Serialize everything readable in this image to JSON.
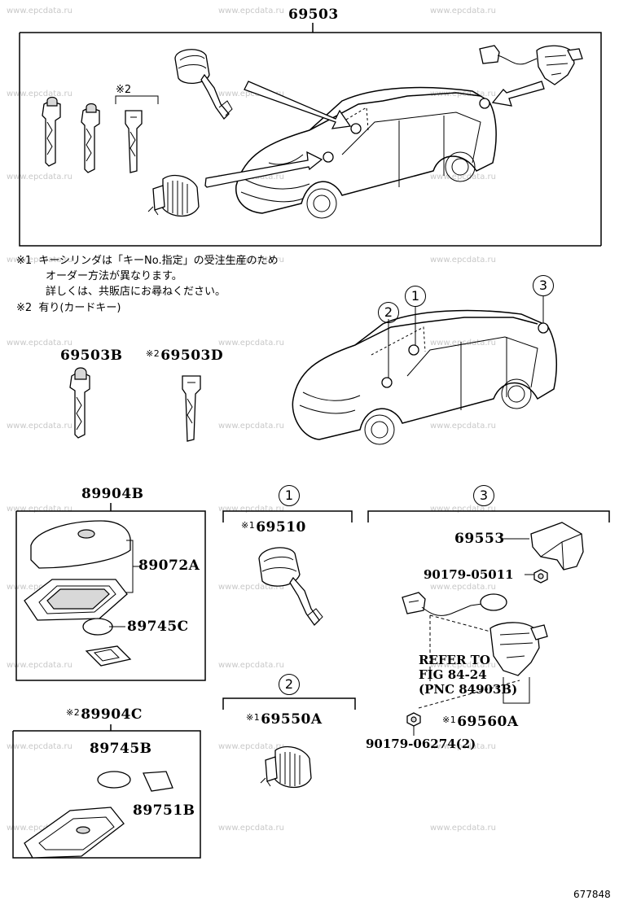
{
  "watermark": "www.epcdata.ru",
  "diagram_id": "677848",
  "parts": {
    "p69503": "69503",
    "p69503B": "69503B",
    "p69503D": "69503D",
    "p89904B": "89904B",
    "p89072A": "89072A",
    "p89745C": "89745C",
    "p89904C": "89904C",
    "p89745B": "89745B",
    "p89751B": "89751B",
    "p69510": "69510",
    "p69550A": "69550A",
    "p69553": "69553",
    "p90179_05011": "90179-05011",
    "p69560A": "69560A",
    "p90179_06274": "90179-06274(2)"
  },
  "marks": {
    "m1": "※1",
    "m2": "※2"
  },
  "notes": {
    "line1": "キーシリンダは「キーNo.指定」の受注生産のため",
    "line2": "オーダー方法が異なります。",
    "line3": "詳しくは、共販店にお尋ねください。",
    "line4": "有り(カードキー)"
  },
  "refer": {
    "line1": "REFER TO",
    "line2": "FIG 84-24",
    "line3": "(PNC 84903B)"
  },
  "callouts": {
    "c1": "1",
    "c2": "2",
    "c3": "3"
  }
}
